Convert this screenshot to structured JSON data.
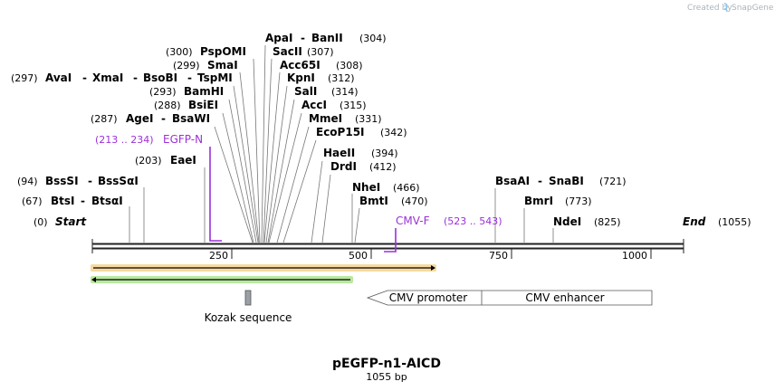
{
  "credit": {
    "created_by": "Created by",
    "brand": "SnapGene"
  },
  "map": {
    "title": "pEGFP-n1-AICD",
    "length_label": "1055 bp",
    "length": 1055
  },
  "sites": [
    {
      "pos": "(0)",
      "name": "Start",
      "bp": 0,
      "italic": true
    },
    {
      "pos": "(67)",
      "name": "BtsI",
      "alt": "BtsαI",
      "bp": 67
    },
    {
      "pos": "(94)",
      "name": "BssSI",
      "alt": "BssSαI",
      "bp": 94
    },
    {
      "pos": "(203)",
      "name": "EaeI",
      "bp": 203
    },
    {
      "pos": "(287)",
      "name": "AgeI",
      "alt": "BsaWI",
      "bp": 287
    },
    {
      "pos": "(288)",
      "name": "BsiEI",
      "bp": 288
    },
    {
      "pos": "(293)",
      "name": "BamHI",
      "bp": 293
    },
    {
      "pos": "(297)",
      "name": "AvaI",
      "alt": "XmaI",
      "alt2": "BsoBI",
      "alt3": "TspMI",
      "bp": 297
    },
    {
      "pos": "(299)",
      "name": "SmaI",
      "bp": 299
    },
    {
      "pos": "(300)",
      "name": "PspOMI",
      "bp": 300
    },
    {
      "pos": "(304)",
      "name": "ApaI",
      "alt": "BanII",
      "bp": 304
    },
    {
      "pos": "(307)",
      "name": "SacII",
      "bp": 307
    },
    {
      "pos": "(308)",
      "name": "Acc65I",
      "bp": 308
    },
    {
      "pos": "(312)",
      "name": "KpnI",
      "bp": 312
    },
    {
      "pos": "(314)",
      "name": "SalI",
      "bp": 314
    },
    {
      "pos": "(315)",
      "name": "AccI",
      "bp": 315
    },
    {
      "pos": "(331)",
      "name": "MmeI",
      "bp": 331
    },
    {
      "pos": "(342)",
      "name": "EcoP15I",
      "bp": 342
    },
    {
      "pos": "(394)",
      "name": "HaeII",
      "bp": 394
    },
    {
      "pos": "(412)",
      "name": "DrdI",
      "bp": 412
    },
    {
      "pos": "(466)",
      "name": "NheI",
      "bp": 466
    },
    {
      "pos": "(470)",
      "name": "BmtI",
      "bp": 470
    },
    {
      "pos": "(721)",
      "name": "BsaAI",
      "alt": "SnaBI",
      "bp": 721
    },
    {
      "pos": "(773)",
      "name": "BmrI",
      "bp": 773
    },
    {
      "pos": "(825)",
      "name": "NdeI",
      "bp": 825
    },
    {
      "pos": "(1055)",
      "name": "End",
      "bp": 1055,
      "italic": true
    }
  ],
  "primers": [
    {
      "name": "EGFP-N",
      "range": "(213 .. 234)",
      "start": 213,
      "end": 234,
      "direction": "reverse"
    },
    {
      "name": "CMV-F",
      "range": "(523 .. 543)",
      "start": 523,
      "end": 543,
      "direction": "forward"
    }
  ],
  "ticks": [
    "250",
    "500",
    "750",
    "1000"
  ],
  "features": [
    {
      "name": "Kozak sequence",
      "color": "#9aa0a6"
    },
    {
      "name": "CMV promoter",
      "color": "#ffffff"
    },
    {
      "name": "CMV enhancer",
      "color": "#ffffff"
    }
  ],
  "orfs": [
    {
      "color": "#f5a623",
      "direction": "forward",
      "start": 0,
      "end": 609
    },
    {
      "color": "#7ed321",
      "direction": "reverse",
      "start": 0,
      "end": 465
    }
  ]
}
